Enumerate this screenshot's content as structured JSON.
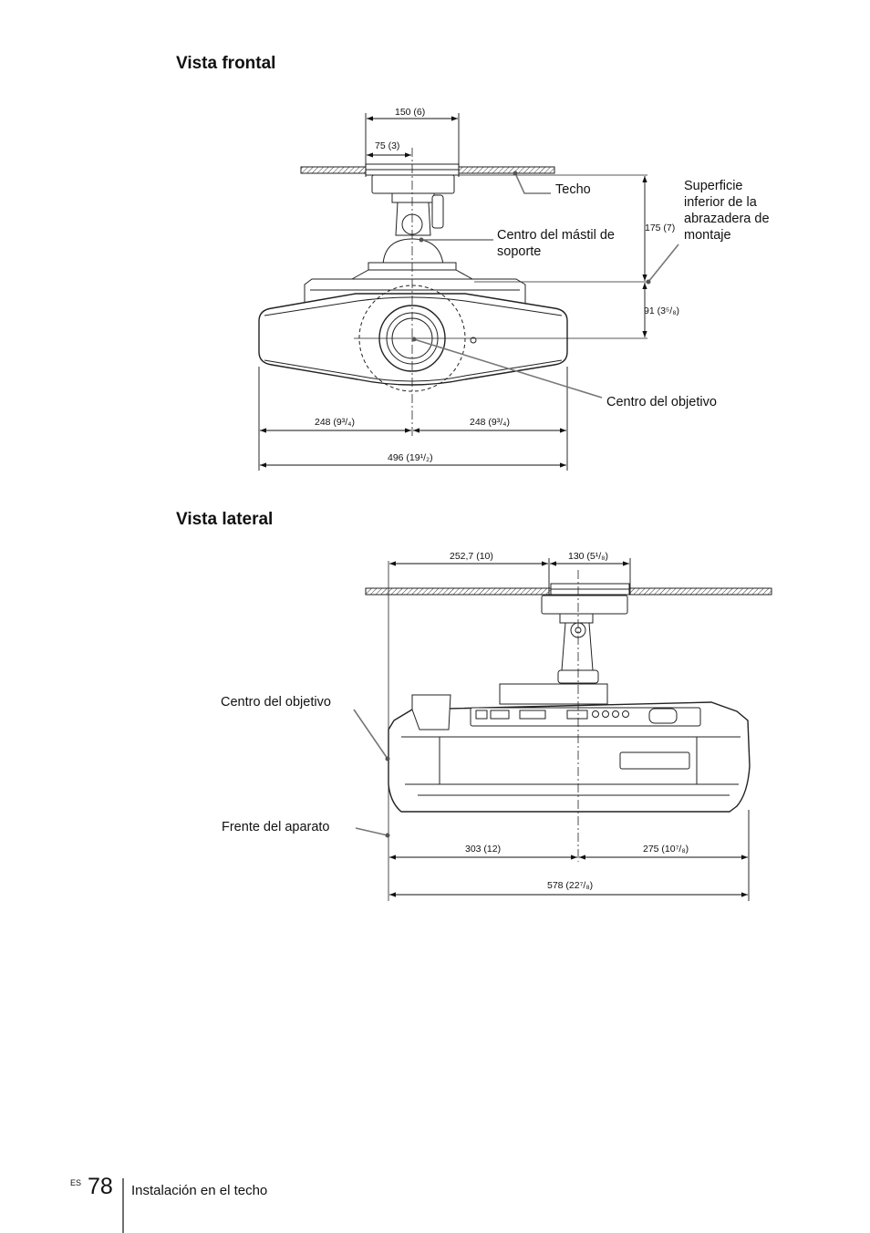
{
  "front": {
    "heading": "Vista frontal",
    "labels": {
      "techo": "Techo",
      "superficie": [
        "Superficie",
        "inferior de la",
        "abrazadera de",
        "montaje"
      ],
      "centro_mastil": [
        "Centro del mástil de",
        "soporte"
      ],
      "centro_objetivo": "Centro del objetivo"
    },
    "dims": {
      "d150": "150 (6)",
      "d75": "75 (3)",
      "d175": "175 (7)",
      "d91": "91 (3⁵/₈)",
      "d248_left": "248 (9³/₄)",
      "d248_right": "248 (9³/₄)",
      "d496": "496 (19¹/₂)"
    }
  },
  "side": {
    "heading": "Vista lateral",
    "labels": {
      "centro_objetivo": "Centro del objetivo",
      "frente": "Frente del aparato"
    },
    "dims": {
      "d252": "252,7 (10)",
      "d130": "130 (5¹/₈)",
      "d303": "303 (12)",
      "d275": "275 (10⁷/₈)",
      "d578": "578 (22⁷/₈)"
    }
  },
  "footer": {
    "lang": "ES",
    "page": "78",
    "section": "Instalación en el techo"
  }
}
